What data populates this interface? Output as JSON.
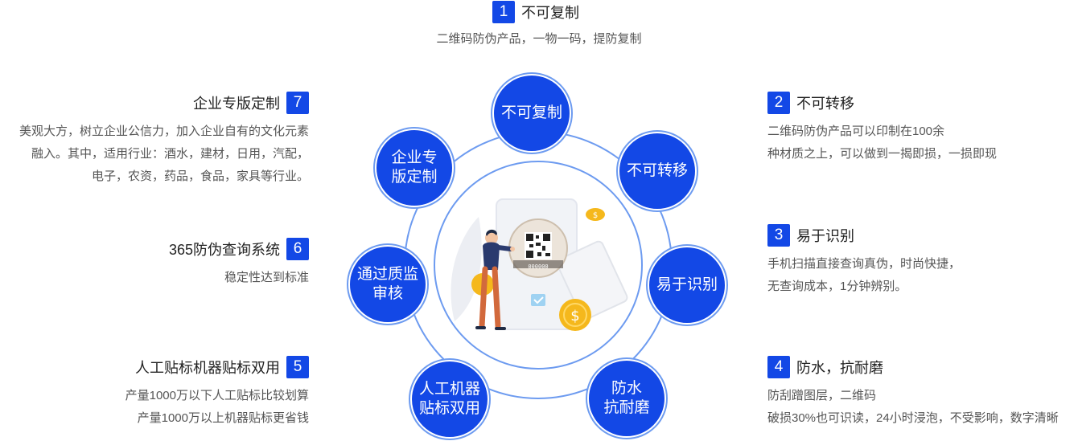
{
  "features": [
    {
      "num": "1",
      "title": "不可复制",
      "lines": [
        "二维码防伪产品，一物一码，提防复制"
      ]
    },
    {
      "num": "2",
      "title": "不可转移",
      "lines": [
        "二维码防伪产品可以印制在100余",
        "种材质之上，可以做到一揭即损，一损即现"
      ]
    },
    {
      "num": "3",
      "title": "易于识别",
      "lines": [
        "手机扫描直接查询真伪，时尚快捷，",
        "无查询成本，1分钟辨别。"
      ]
    },
    {
      "num": "4",
      "title": "防水，抗耐磨",
      "lines": [
        "防刮蹭图层，二维码",
        "破损30%也可识读，24小时浸泡，不受影响，数字清晰"
      ]
    },
    {
      "num": "5",
      "title": "人工贴标机器贴标双用",
      "lines": [
        "产量1000万以下人工贴标比较划算",
        "产量1000万以上机器贴标更省钱"
      ]
    },
    {
      "num": "6",
      "title": "365防伪查询系统",
      "lines": [
        "稳定性达到标准"
      ]
    },
    {
      "num": "7",
      "title": "企业专版定制",
      "lines": [
        "美观大方，树立企业公信力，加入企业自有的文化元素",
        "融入。其中，适用行业：酒水，建材，日用，汽配，",
        "电子，农资，药品，食品，家具等行业。"
      ]
    }
  ],
  "nodes": [
    {
      "lines": [
        "不可复制"
      ]
    },
    {
      "lines": [
        "不可转移"
      ]
    },
    {
      "lines": [
        "易于识别"
      ]
    },
    {
      "lines": [
        "防水",
        "抗耐磨"
      ]
    },
    {
      "lines": [
        "人工机器",
        "贴标双用"
      ]
    },
    {
      "lines": [
        "通过质监",
        "审核"
      ]
    },
    {
      "lines": [
        "企业专",
        "版定制"
      ]
    }
  ],
  "illustration": {
    "qr_digits": "000000"
  },
  "colors": {
    "accent": "#1348e6",
    "ring": "#6d9bf0",
    "coin": "#f5b81c",
    "figure_pants": "#d2693c",
    "figure_shirt": "#2a3a6e"
  }
}
